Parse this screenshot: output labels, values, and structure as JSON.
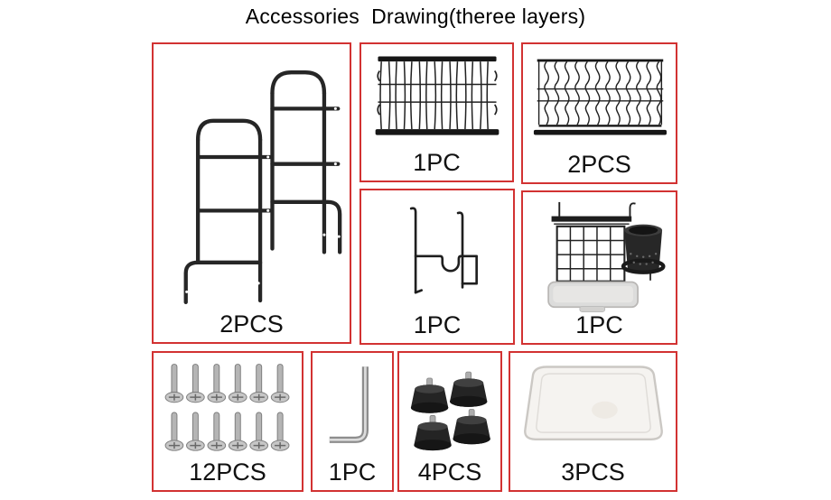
{
  "title": "Accessories  Drawing(theree layers)",
  "colors": {
    "cell_border": "#d23232",
    "ink": "#1f1f1f",
    "metal": "#b5b5b5",
    "tray_fill": "#f5f3f0"
  },
  "cells": {
    "side_frames": {
      "item": "side-frame-panels-drawing",
      "label": "2PCS"
    },
    "rack_straight": {
      "item": "straight-wire-dish-rack-drawing",
      "label": "1PC"
    },
    "rack_wave": {
      "item": "wave-wire-dish-rack-drawing",
      "label": "2PCS"
    },
    "hook": {
      "item": "wire-hook-bracket-drawing",
      "label": "1PC"
    },
    "cutlery": {
      "item": "cutlery-holder-set-drawing",
      "label": "1PC"
    },
    "screws": {
      "item": "screws-drawing",
      "label": "12PCS"
    },
    "allen_key": {
      "item": "allen-key-drawing",
      "label": "1PC"
    },
    "rubber_feet": {
      "item": "rubber-feet-drawing",
      "label": "4PCS"
    },
    "drain_tray": {
      "item": "drain-tray-drawing",
      "label": "3PCS"
    }
  }
}
